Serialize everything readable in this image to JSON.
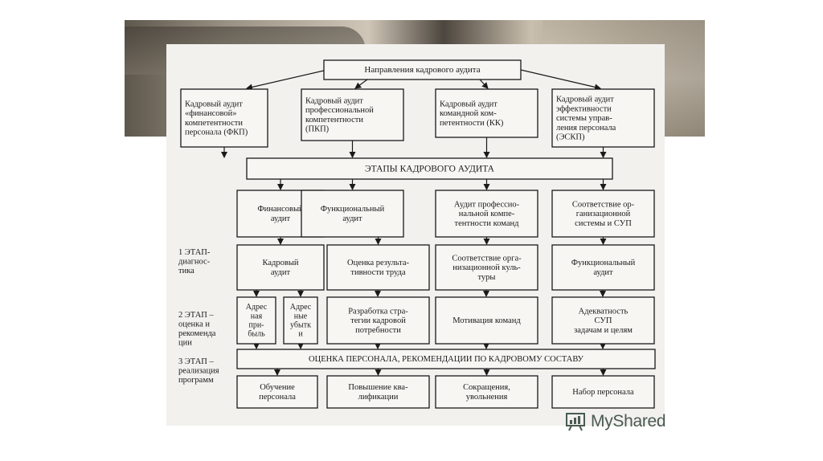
{
  "top": {
    "title": "Направления кадрового аудита"
  },
  "directions": [
    [
      "Кадровый аудит",
      "«финансовой»",
      "компетентности",
      "персонала (ФКП)"
    ],
    [
      "Кадровый аудит",
      "профессиональной",
      "компетентности",
      "(ПКП)"
    ],
    [
      "Кадровый аудит",
      "командной ком-",
      "петентности (КК)"
    ],
    [
      "Кадровый аудит",
      "эффективности",
      "системы управ-",
      "ления персонала",
      "(ЭСКП)"
    ]
  ],
  "stages_header": "ЭТАПЫ КАДРОВОГО АУДИТА",
  "stage_types": [
    [
      "Финансовый",
      "аудит"
    ],
    [
      "Функциональный",
      "аудит"
    ],
    [
      "Аудит профессио-",
      "нальной компе-",
      "тентности команд"
    ],
    [
      "Соответствие ор-",
      "ганизационной",
      "системы и СУП"
    ]
  ],
  "stage1_label": [
    "1 ЭТАП-",
    "диагнос-",
    "тика"
  ],
  "stage1": [
    [
      "Кадровый",
      "аудит"
    ],
    [
      "Оценка результа-",
      "тивности труда"
    ],
    [
      "Соответствие орга-",
      "низационной куль-",
      "туры"
    ],
    [
      "Функциональный",
      "аудит"
    ]
  ],
  "stage2_label": [
    "2 ЭТАП –",
    "оценка и",
    "рекоменда",
    "ции"
  ],
  "stage2_split": [
    [
      "Адрес",
      "ная",
      "при-",
      "быль"
    ],
    [
      "Адрес",
      "ные",
      "убытк",
      "и"
    ]
  ],
  "stage2": [
    [
      "Разработка стра-",
      "тегии кадровой",
      "потребности"
    ],
    [
      "Мотивация команд"
    ],
    [
      "Адекватность",
      "СУП",
      "задачам и целям"
    ]
  ],
  "evaluation_bar": "ОЦЕНКА ПЕРСОНАЛА, РЕКОМЕНДАЦИИ ПО КАДРОВОМУ СОСТАВУ",
  "stage3_label": [
    "3 ЭТАП –",
    "реализация",
    "программ"
  ],
  "stage3": [
    [
      "Обучение",
      "персонала"
    ],
    [
      "Повышение ква-",
      "лификации"
    ],
    [
      "Сокращения,",
      "увольнения"
    ],
    [
      "Набор персонала"
    ]
  ],
  "brand": {
    "name": "MyShared",
    "icon": "presentation-icon",
    "color": "#4a5a52"
  }
}
